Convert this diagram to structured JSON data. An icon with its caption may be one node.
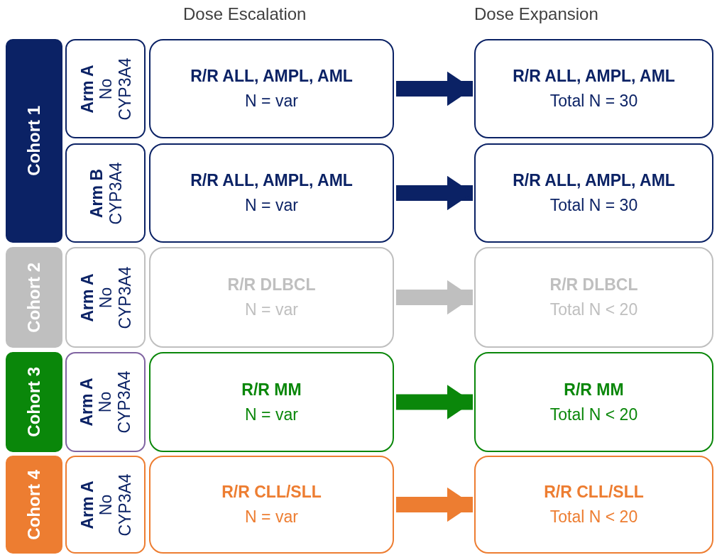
{
  "diagram": {
    "nodes": [
      {
        "text": [
          "Cohort 1"
        ]
      },
      {
        "text": [
          "Arm A",
          "No CYP3A4"
        ]
      },
      {
        "text": [
          "R/R ALL, AMPL, AML",
          "N = var"
        ]
      },
      {
        "text": [
          "R/R ALL, AMPL, AML",
          "Total N = 30"
        ]
      },
      {
        "text": [
          "Arm B",
          "CYP3A4"
        ]
      },
      {
        "text": [
          "R/R ALL, AMPL, AML",
          "N = var"
        ]
      },
      {
        "text": [
          "R/R ALL, AMPL, AML",
          "Total N = 30"
        ]
      },
      {
        "text": [
          "Cohort 2"
        ]
      },
      {
        "text": [
          "Arm A",
          "No CYP3A4"
        ]
      },
      {
        "text": [
          "R/R DLBCL",
          "N = var"
        ]
      },
      {
        "text": [
          "R/R DLBCL",
          "Total N < 20"
        ]
      },
      {
        "text": [
          "Cohort 3"
        ]
      },
      {
        "text": [
          "Arm A",
          "No CYP3A4"
        ]
      },
      {
        "text": [
          "R/R MM",
          "N = var"
        ]
      },
      {
        "text": [
          "R/R MM",
          "Total N < 20"
        ]
      },
      {
        "text": [
          "Cohort 4"
        ]
      },
      {
        "text": [
          "Arm A",
          "No CYP3A4"
        ]
      },
      {
        "text": [
          "R/R CLL/SLL",
          "N = var"
        ]
      },
      {
        "text": [
          "R/R CLL/SLL",
          "Total N < 20"
        ]
      }
    ],
    "edges": [
      {
        "from": 2,
        "to": 3,
        "arrow": "to",
        "color": "#0b2265"
      },
      {
        "from": 5,
        "to": 6,
        "arrow": "to",
        "color": "#0b2265"
      },
      {
        "from": 9,
        "to": 10,
        "arrow": "to",
        "color": "#bfbfbf"
      },
      {
        "from": 13,
        "to": 14,
        "arrow": "to",
        "color": "#0a870a"
      },
      {
        "from": 17,
        "to": 18,
        "arrow": "to",
        "color": "#ed7d31"
      }
    ],
    "labels": [
      "Dose Escalation",
      "Dose Expansion"
    ]
  }
}
